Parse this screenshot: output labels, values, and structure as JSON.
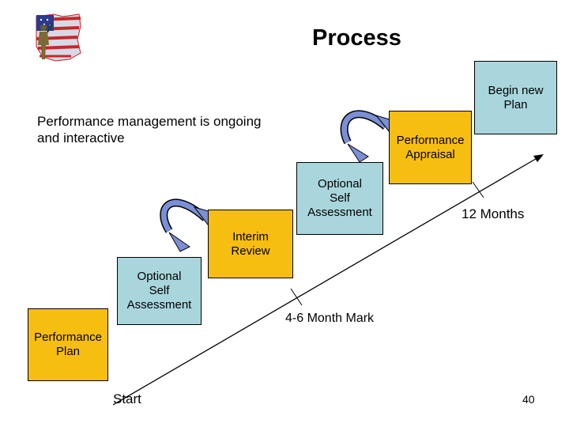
{
  "title": "Process",
  "intro_text": "Performance management is ongoing\nand interactive",
  "boxes": {
    "performance_plan": "Performance\nPlan",
    "optional_self_assessment_1": "Optional\nSelf\nAssessment",
    "interim_review": "Interim\nReview",
    "optional_self_assessment_2": "Optional\nSelf\nAssessment",
    "performance_appraisal": "Performance\nAppraisal",
    "begin_new_plan": "Begin new\nPlan"
  },
  "timeline": {
    "start": "Start",
    "mid_mark": "4-6 Month Mark",
    "end_mark": "12 Months"
  },
  "page_number": "40",
  "colors": {
    "teal": "#a9d6dc",
    "gold": "#f7be12",
    "arrow_fill": "#7b8fd6"
  },
  "logo": {
    "icon": "soldier-ohio-flag-logo"
  }
}
